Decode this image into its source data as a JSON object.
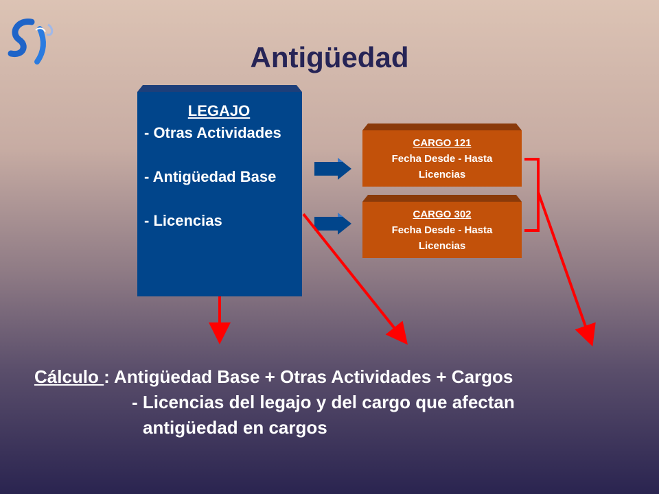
{
  "title": "Antigüedad",
  "legajo": {
    "heading": "LEGAJO",
    "items": [
      "- Otras Actividades",
      "- Antigüedad Base",
      "- Licencias"
    ]
  },
  "cargos": [
    {
      "id": "CARGO 121",
      "line1": "Fecha Desde - Hasta",
      "line2": "Licencias"
    },
    {
      "id": "CARGO 302",
      "line1": "Fecha Desde - Hasta",
      "line2": "Licencias"
    }
  ],
  "calculo": {
    "label": "Cálculo ",
    "line1": ": Antigüedad Base + Otras Actividades + Cargos",
    "line2": "- Licencias del legajo y del cargo que afectan",
    "line3": "antigüedad en cargos"
  },
  "colors": {
    "legajo_fill": "#01458b",
    "cargo_fill": "#c2510a",
    "arrow_red": "#ff0000",
    "title_color": "#262456"
  },
  "logo": {
    "text": "SI"
  }
}
